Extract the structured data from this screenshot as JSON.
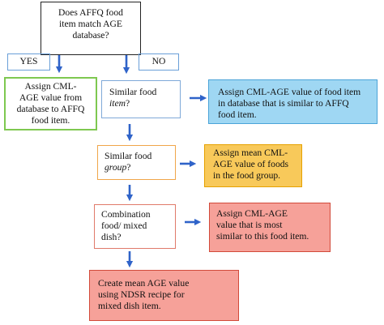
{
  "flowchart": {
    "start_question": "Does AFFQ food\nitem match AGE\ndatabase?",
    "yes_label": "YES",
    "no_label": "NO",
    "yes_result": "Assign CML-\nAGE value from\ndatabase to AFFQ\nfood item.",
    "similar_item_question": {
      "line1": "Similar food",
      "line2_italic": "item",
      "line2_suffix": "?"
    },
    "similar_item_result": "Assign CML-AGE value of food item\nin database that is similar to AFFQ\nfood item.",
    "similar_group_question": {
      "line1": "Similar food",
      "line2_italic": "group",
      "line2_suffix": "?"
    },
    "similar_group_result": "Assign mean CML-\nAGE value of foods\nin the food group.",
    "combination_question": "Combination\nfood/ mixed\ndish?",
    "combination_result": "Assign CML-AGE\nvalue that is most\nsimilar to this food item.",
    "final_result": "Create mean AGE value\nusing NDSR recipe for\nmixed dish item."
  },
  "colors": {
    "arrow": "#2f63c9",
    "yes_box_border": "#7ec850",
    "similar_item_result_fill": "#9fd7f3",
    "similar_group_result_fill": "#f8c95a",
    "red_result_fill": "#f6a199"
  }
}
